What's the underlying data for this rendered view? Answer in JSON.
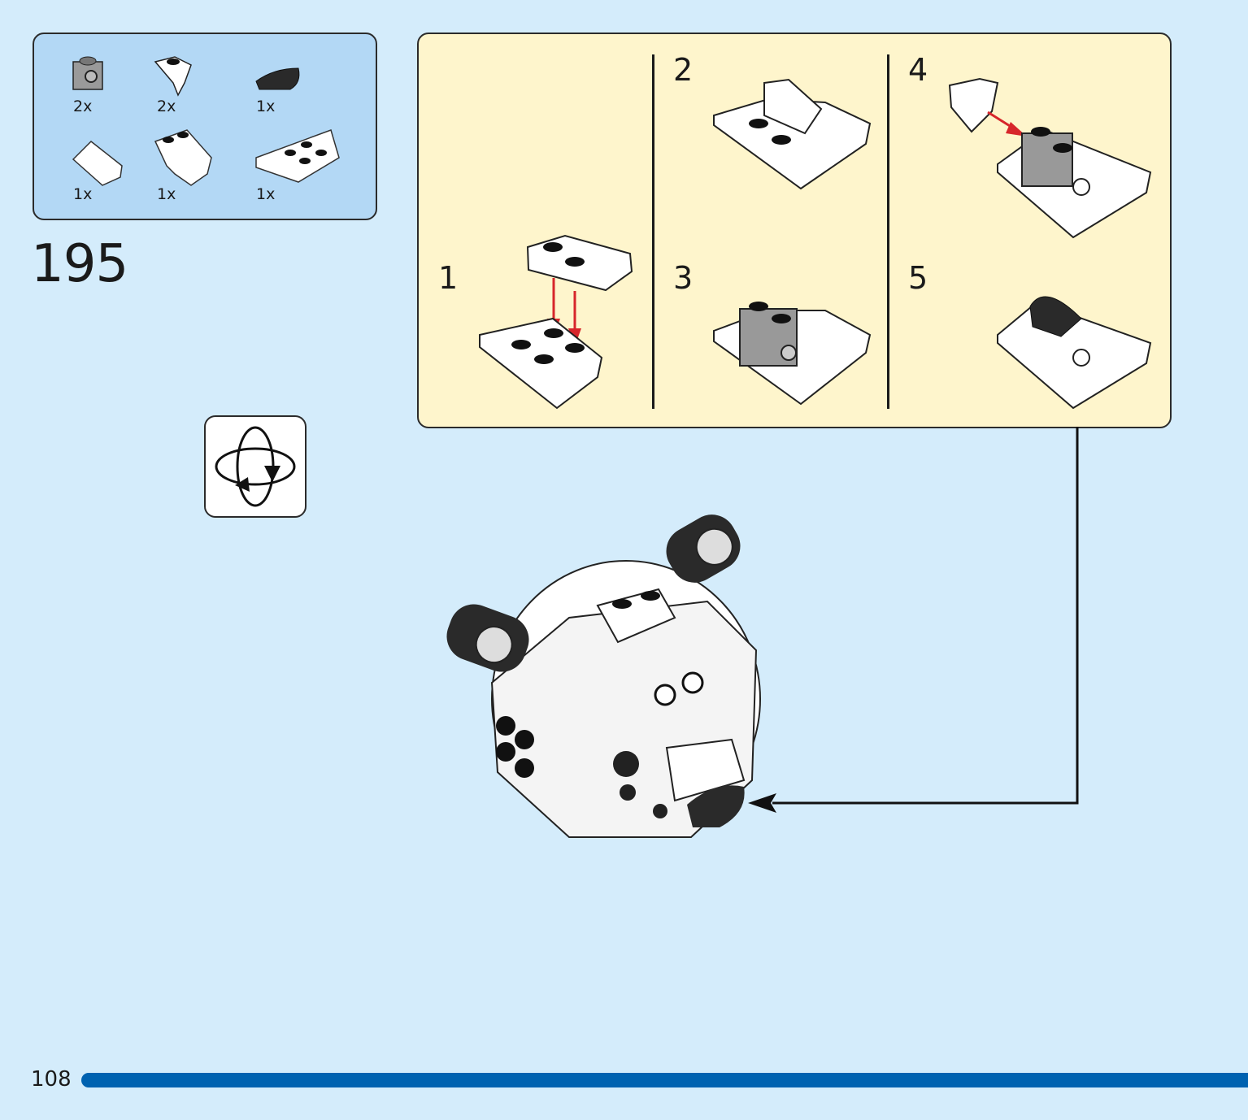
{
  "parts_list": [
    {
      "name": "grey-brick-1x1-with-stud-on-side",
      "qty": "2x"
    },
    {
      "name": "white-plate-with-tooth",
      "qty": "2x"
    },
    {
      "name": "black-half-round-tile",
      "qty": "1x"
    },
    {
      "name": "white-slope",
      "qty": "1x"
    },
    {
      "name": "white-claw-plate",
      "qty": "1x"
    },
    {
      "name": "white-wedge-plate",
      "qty": "1x"
    }
  ],
  "step_number": "195",
  "substeps": [
    "1",
    "2",
    "3",
    "4",
    "5"
  ],
  "page_number": "108",
  "colors": {
    "background": "#d4ecfb",
    "parts_box": "#b3d8f5",
    "substep_box": "#fef5cc",
    "page_bar": "#0062b0",
    "arrow_red": "#d7262b"
  }
}
